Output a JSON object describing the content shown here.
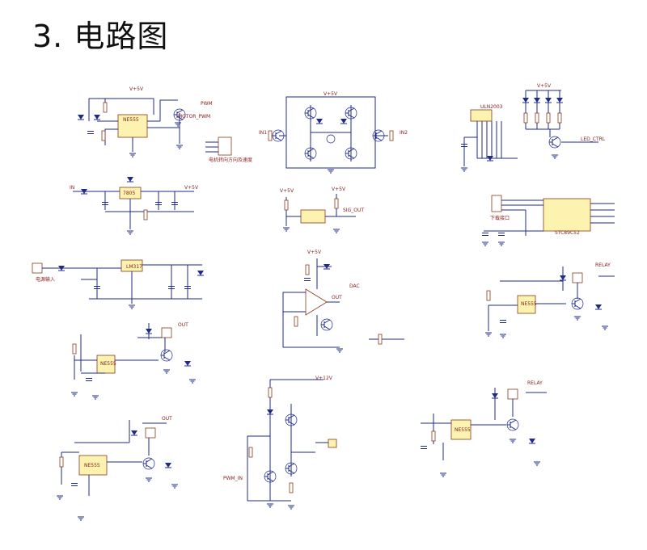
{
  "page": {
    "title": "3. 电路图"
  },
  "labels": {
    "motor_dir_speed": "电机转向方向及速度",
    "power_input": "电源输入",
    "serial_download": "下载接口"
  }
}
